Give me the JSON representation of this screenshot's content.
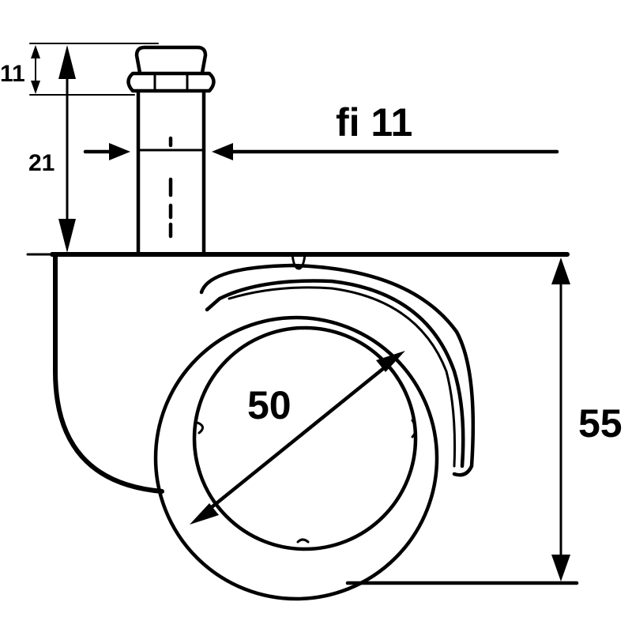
{
  "dimensions": {
    "top_height": "11",
    "stem_height": "21",
    "stem_diameter": "fi 11",
    "wheel_diameter": "50",
    "overall_height": "55"
  }
}
